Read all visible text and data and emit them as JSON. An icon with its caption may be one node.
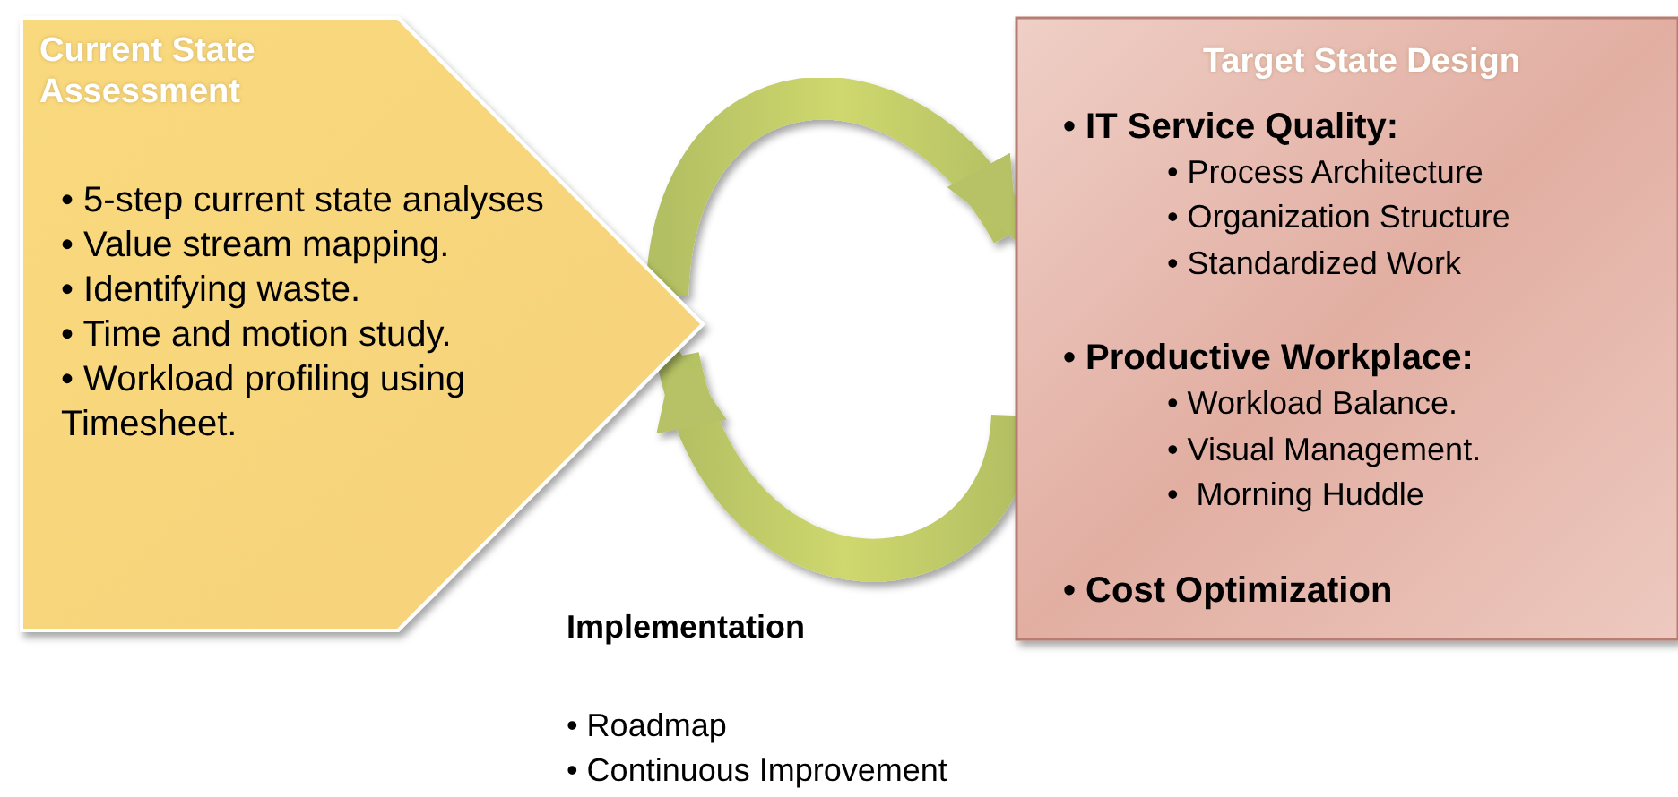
{
  "diagram": {
    "nodes": [
      {
        "text": [
          "Current State Assessment",
          "• 5-step current state analyses",
          "• Value stream mapping.",
          "• Identifying waste.",
          "• Time and motion study.",
          "• Workload profiling using Timesheet."
        ]
      },
      {
        "text": [
          "Target State Design",
          "• IT Service Quality:",
          "• Process Architecture",
          "• Organization Structure",
          "• Standardized Work",
          "• Productive Workplace:",
          "• Workload Balance.",
          "• Visual Management.",
          "•  Morning Huddle",
          "• Cost Optimization"
        ]
      }
    ],
    "edges": [
      {
        "from": 0,
        "to": 1,
        "arrow": "to",
        "style": "thick"
      },
      {
        "from": 1,
        "to": 0,
        "arrow": "to",
        "style": "thick"
      }
    ],
    "labels": [
      "Implementation",
      "• Roadmap",
      "• Continuous Improvement"
    ]
  }
}
